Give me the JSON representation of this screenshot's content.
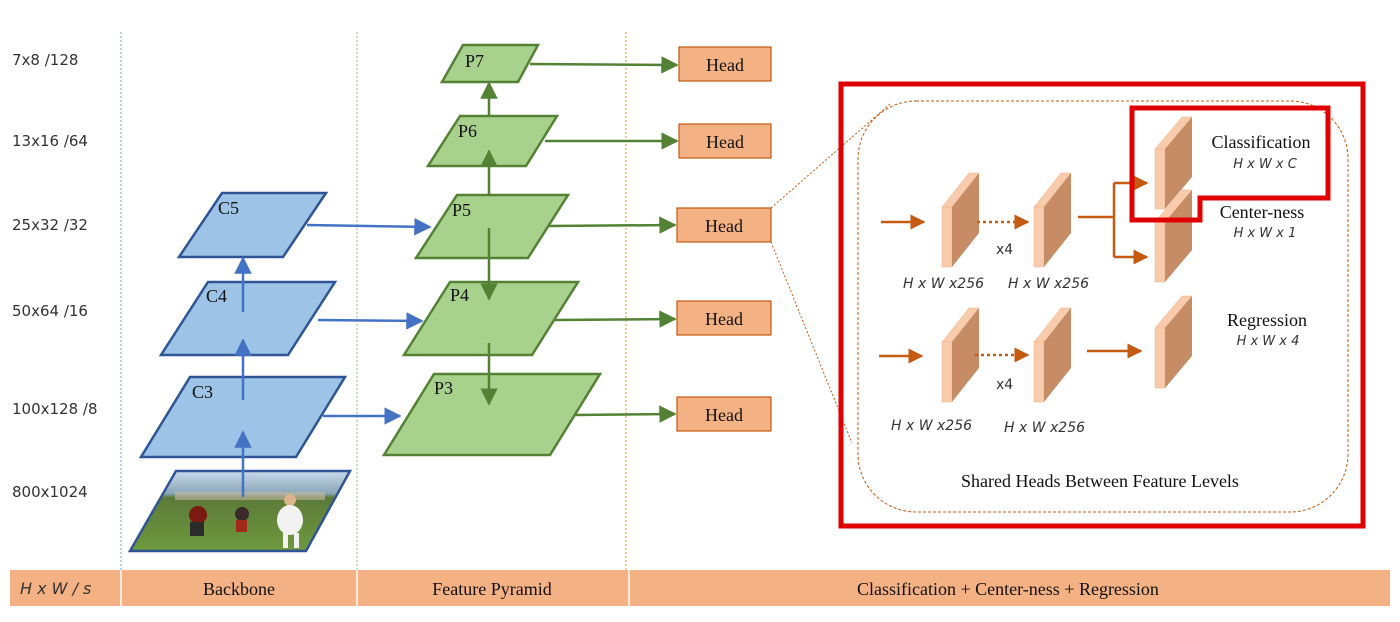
{
  "scale_labels": [
    "7x8  /128",
    "13x16  /64",
    "25x32  /32",
    "50x64  /16",
    "100x128  /8",
    "800x1024"
  ],
  "footer": {
    "hws": "H x W  / s",
    "backbone": "Backbone",
    "pyramid": "Feature Pyramid",
    "heads": "Classification + Center-ness + Regression"
  },
  "backbone": {
    "c5": "C5",
    "c4": "C4",
    "c3": "C3"
  },
  "pyramid": {
    "p7": "P7",
    "p6": "P6",
    "p5": "P5",
    "p4": "P4",
    "p3": "P3"
  },
  "head_label": "Head",
  "detail": {
    "dims": "H x W x256",
    "x4": "x4",
    "classification": "Classification",
    "classification_dims": "H x W x C",
    "centerness": "Center-ness",
    "centerness_dims": "H x W x 1",
    "regression": "Regression",
    "regression_dims": "H x W x 4",
    "caption": "Shared Heads Between Feature Levels"
  },
  "colors": {
    "blue_fill": "#9dc3e6",
    "blue_stroke": "#2f5597",
    "blue_arrow": "#4472c4",
    "green_fill": "#a9d18e",
    "green_stroke": "#548235",
    "head_fill": "#f4b183",
    "footer_bar": "#f4b183",
    "orange_arrow": "#c55a11",
    "highlight": "#e00000"
  }
}
